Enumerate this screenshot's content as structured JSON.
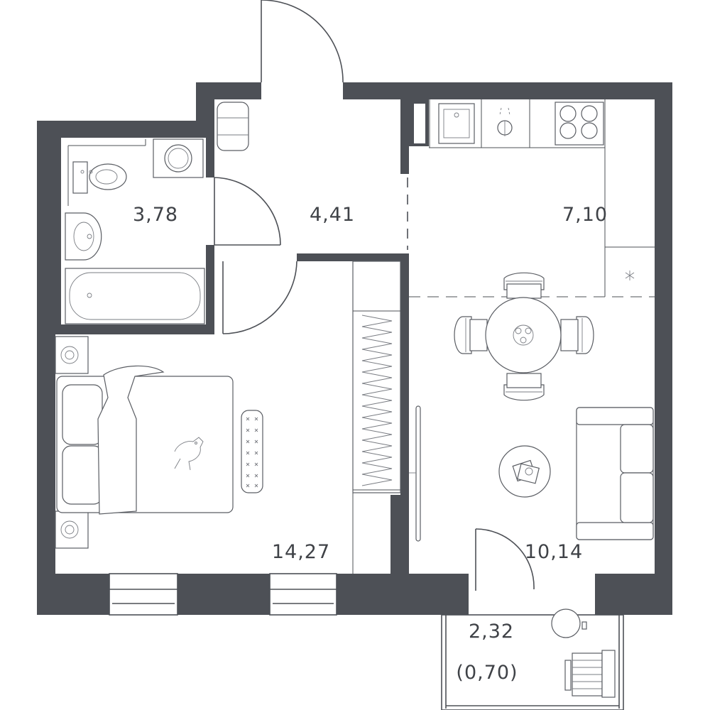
{
  "rooms": {
    "bathroom": {
      "area": "3,78"
    },
    "hallway": {
      "area": "4,41"
    },
    "kitchen": {
      "area": "7,10"
    },
    "bedroom": {
      "area": "14,27"
    },
    "living": {
      "area": "10,14"
    },
    "balcony": {
      "area": "2,32",
      "reduced_area": "(0,70)"
    }
  },
  "colors": {
    "wall": "#4d5056",
    "background": "#ffffff"
  }
}
